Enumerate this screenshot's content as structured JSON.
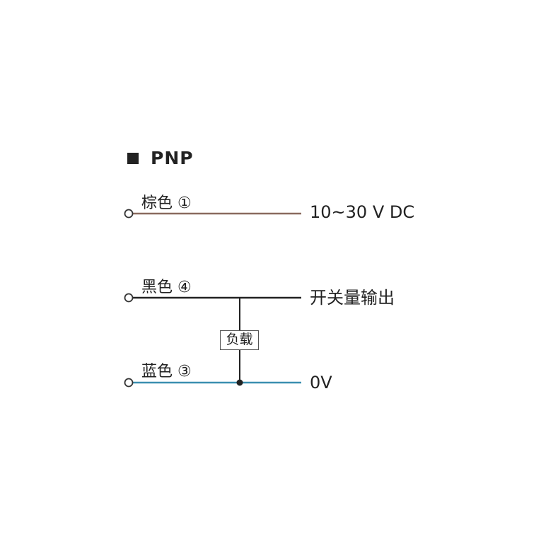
{
  "title": "PNP",
  "colors": {
    "brown_wire": "#8a6a5e",
    "black_wire": "#222222",
    "blue_wire": "#3a8fb0"
  },
  "wires": [
    {
      "label": "棕色 ①",
      "signal": "10~30 V DC"
    },
    {
      "label": "黑色 ④",
      "signal": "开关量输出"
    },
    {
      "label": "蓝色 ③",
      "signal": "0V"
    }
  ],
  "load_label": "负载"
}
